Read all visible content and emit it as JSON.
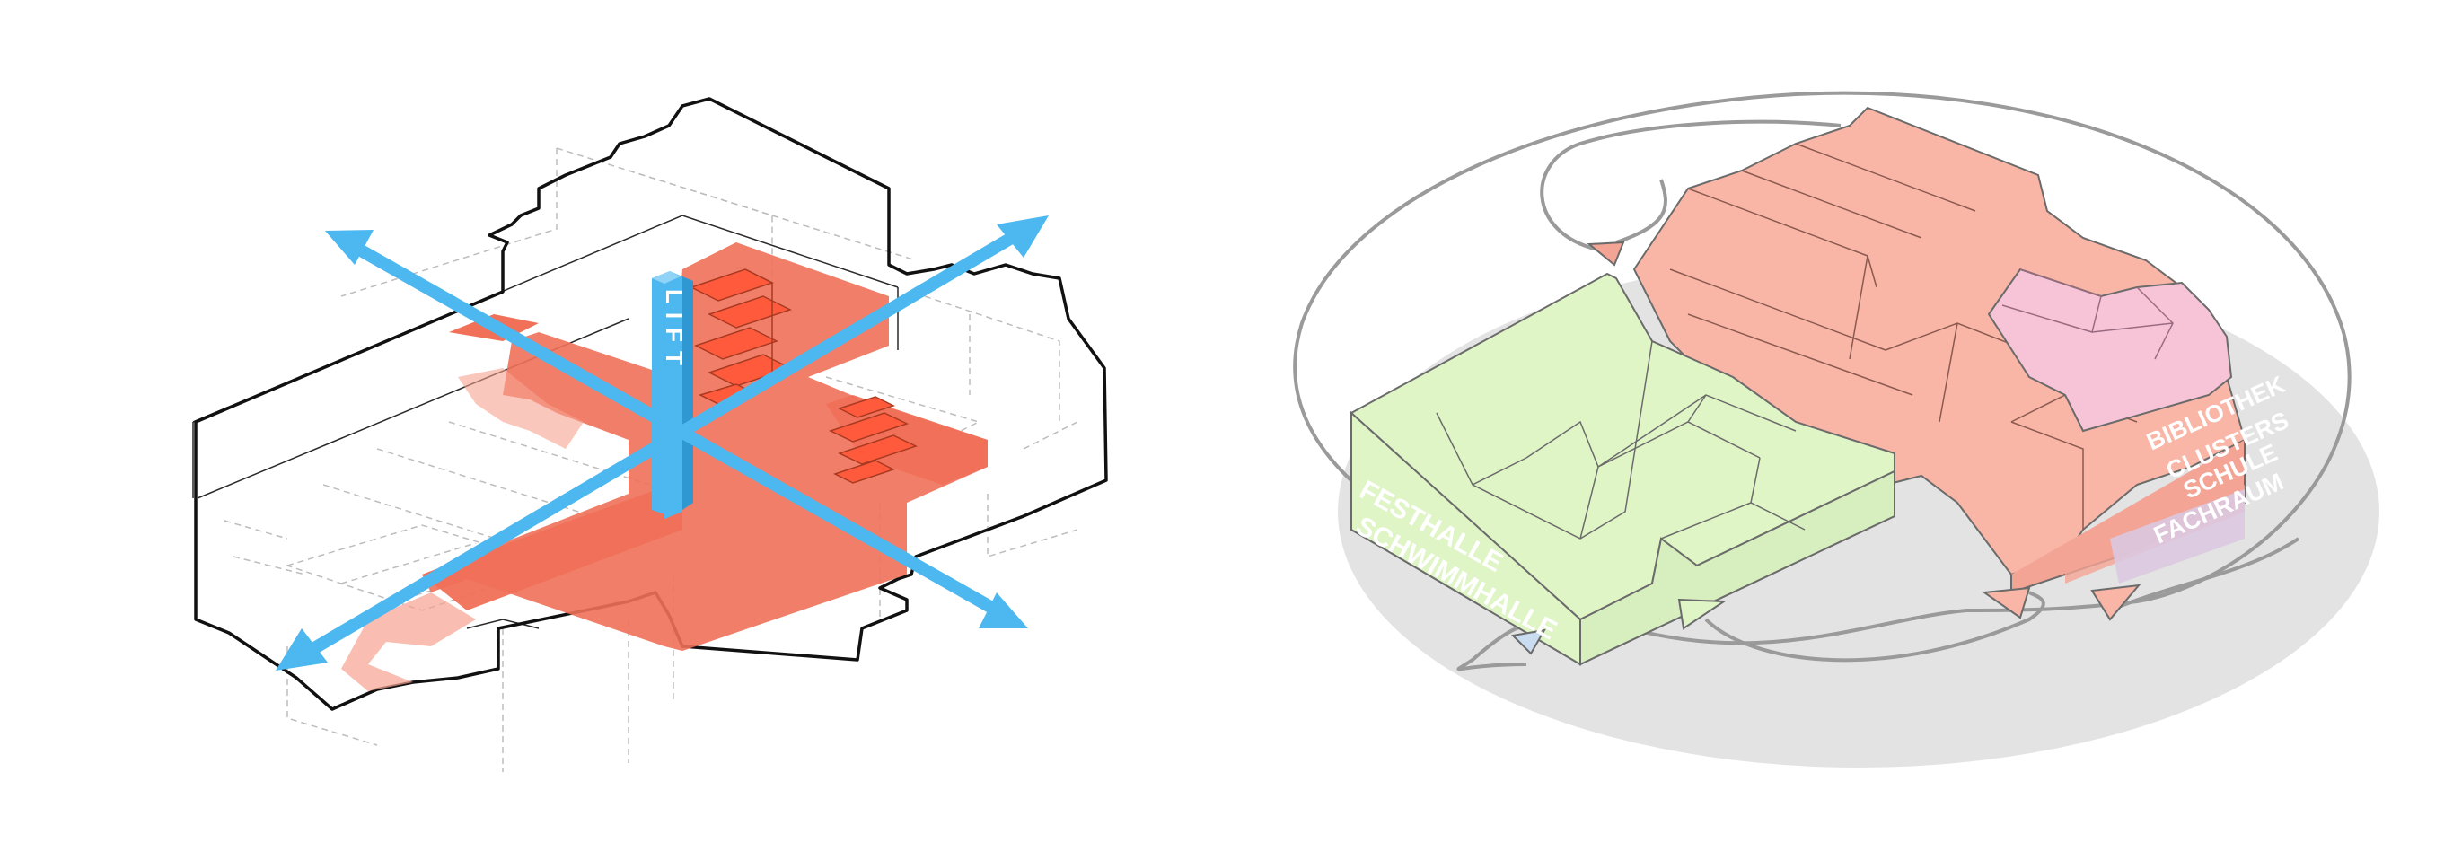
{
  "left_diagram": {
    "lift_label": "LIFT"
  },
  "right_diagram": {
    "labels": {
      "festhalle": "FESTHALLE",
      "schwimmhalle": "SCHWIMMHALLE",
      "bibliothek": "BIBLIOTHEK",
      "clusters": "CLUSTERS",
      "schule": "SCHULE",
      "fachraum": "FACHRAUM"
    }
  },
  "colors": {
    "circulation_arrow": "#4db8f0",
    "core_red": "#f07058",
    "stair_red": "#ff5a3c",
    "festhalle_green": "#dff5c6",
    "schwimmhalle_blue": "#c9dcf0",
    "schule_salmon": "#f9b5a5",
    "bibliothek_pink": "#f6c4d6",
    "fachraum_mauve": "#dcc8e0",
    "ground_grey": "#e3e3e3"
  }
}
